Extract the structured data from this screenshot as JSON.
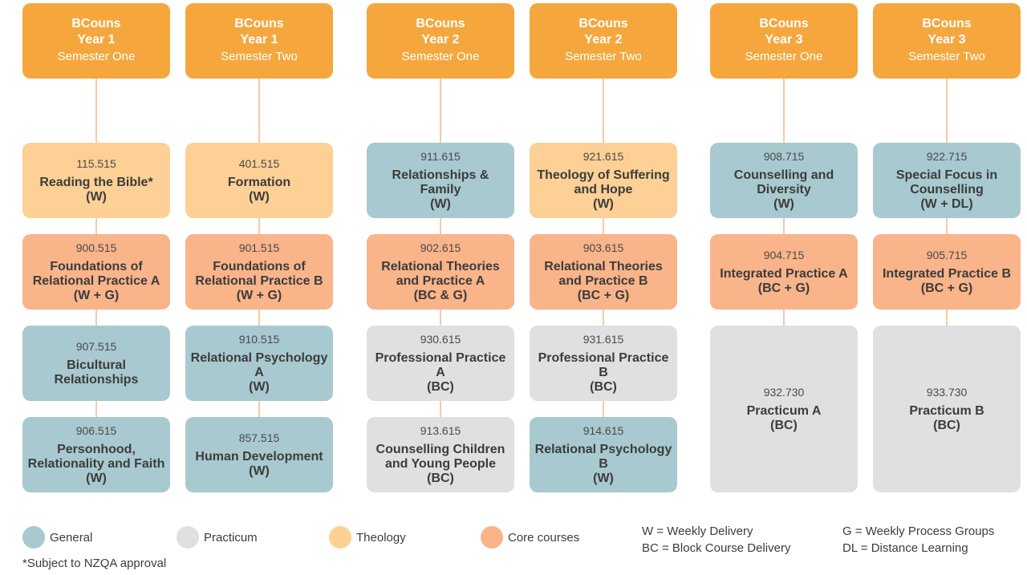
{
  "columns": [
    {
      "header": {
        "l1": "BCouns",
        "l2": "Year 1",
        "l3": "Semester One"
      },
      "courses": [
        {
          "code": "115.515",
          "title": "Reading the Bible*",
          "delivery": "(W)",
          "category": "theology"
        },
        {
          "code": "900.515",
          "title": "Foundations of\nRelational Practice A",
          "delivery": "(W + G)",
          "category": "core"
        },
        {
          "code": "907.515",
          "title": "Bicultural\nRelationships",
          "delivery": "",
          "category": "general"
        },
        {
          "code": "906.515",
          "title": "Personhood,\nRelationality and Faith",
          "delivery": "(W)",
          "category": "general"
        }
      ]
    },
    {
      "header": {
        "l1": "BCouns",
        "l2": "Year 1",
        "l3": "Semester Two"
      },
      "courses": [
        {
          "code": "401.515",
          "title": "Formation",
          "delivery": "(W)",
          "category": "theology"
        },
        {
          "code": "901.515",
          "title": "Foundations of\nRelational Practice B",
          "delivery": "(W + G)",
          "category": "core"
        },
        {
          "code": "910.515",
          "title": "Relational Psychology A",
          "delivery": "(W)",
          "category": "general"
        },
        {
          "code": "857.515",
          "title": "Human Development",
          "delivery": "(W)",
          "category": "general"
        }
      ]
    },
    {
      "header": {
        "l1": "BCouns",
        "l2": "Year 2",
        "l3": "Semester One"
      },
      "courses": [
        {
          "code": "911.615",
          "title": "Relationships & Family",
          "delivery": "(W)",
          "category": "general"
        },
        {
          "code": "902.615",
          "title": "Relational Theories\nand Practice A",
          "delivery": "(BC & G)",
          "category": "core"
        },
        {
          "code": "930.615",
          "title": "Professional Practice A",
          "delivery": "(BC)",
          "category": "practicum"
        },
        {
          "code": "913.615",
          "title": "Counselling Children\nand Young People",
          "delivery": "(BC)",
          "category": "practicum"
        }
      ]
    },
    {
      "header": {
        "l1": "BCouns",
        "l2": "Year 2",
        "l3": "Semester Two"
      },
      "courses": [
        {
          "code": "921.615",
          "title": "Theology of Suffering\nand Hope",
          "delivery": "(W)",
          "category": "theology"
        },
        {
          "code": "903.615",
          "title": "Relational Theories\nand Practice B",
          "delivery": "(BC + G)",
          "category": "core"
        },
        {
          "code": "931.615",
          "title": "Professional Practice B",
          "delivery": "(BC)",
          "category": "practicum"
        },
        {
          "code": "914.615",
          "title": "Relational Psychology B",
          "delivery": "(W)",
          "category": "general"
        }
      ]
    },
    {
      "header": {
        "l1": "BCouns",
        "l2": "Year 3",
        "l3": "Semester One"
      },
      "courses": [
        {
          "code": "908.715",
          "title": "Counselling and\nDiversity",
          "delivery": "(W)",
          "category": "general"
        },
        {
          "code": "904.715",
          "title": "Integrated Practice A",
          "delivery": "(BC + G)",
          "category": "core"
        },
        {
          "code": "932.730",
          "title": "Practicum A",
          "delivery": "(BC)",
          "category": "practicum"
        }
      ]
    },
    {
      "header": {
        "l1": "BCouns",
        "l2": "Year 3",
        "l3": "Semester Two"
      },
      "courses": [
        {
          "code": "922.715",
          "title": "Special Focus in\nCounselling",
          "delivery": "(W + DL)",
          "category": "general"
        },
        {
          "code": "905.715",
          "title": "Integrated Practice B",
          "delivery": "(BC + G)",
          "category": "core"
        },
        {
          "code": "933.730",
          "title": "Practicum B",
          "delivery": "(BC)",
          "category": "practicum"
        }
      ]
    }
  ],
  "legend": {
    "general": "General",
    "practicum": "Practicum",
    "theology": "Theology",
    "core": "Core courses"
  },
  "keys": {
    "w": "W = Weekly Delivery",
    "bc": "BC = Block Course Delivery",
    "g": "G = Weekly Process Groups",
    "dl": "DL = Distance Learning"
  },
  "footnote": "*Subject to NZQA approval",
  "colors": {
    "header": "#f5a73e",
    "general": "#a8c9cf",
    "practicum": "#e0e0e1",
    "theology": "#fdd095",
    "core": "#f9b48a",
    "connector": "#f6c9a8"
  }
}
